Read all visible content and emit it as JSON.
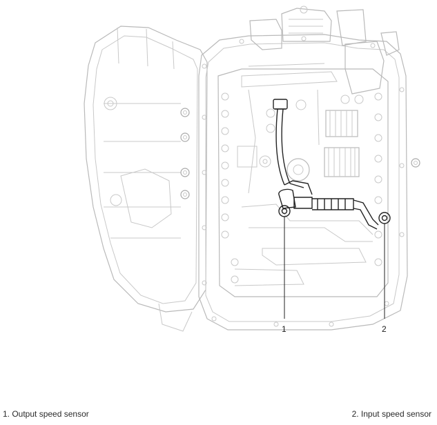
{
  "callouts": [
    {
      "number": "1",
      "label": "1. Output speed sensor"
    },
    {
      "number": "2",
      "label": "2. Input speed sensor"
    }
  ],
  "colors": {
    "outline": "#b9b9b9",
    "highlight": "#222222",
    "background": "#ffffff"
  }
}
